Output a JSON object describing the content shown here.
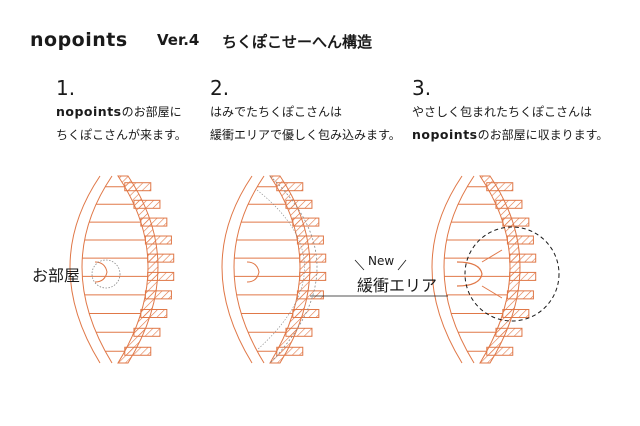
{
  "header": {
    "brand": "nopoints",
    "version": "Ver.4",
    "title": "ちくぽこせーへん構造"
  },
  "steps": [
    {
      "number": "1.",
      "line1_brand": "nopoints",
      "line1_text": "のお部屋に",
      "line2_text": "ちくぽこさんが来ます。"
    },
    {
      "number": "2.",
      "line1_text": "はみでたちくぽこさんは",
      "line2_text": "緩衝エリアで優しく包み込みます。"
    },
    {
      "number": "3.",
      "line1_text": "やさしく包まれたちくぽこさんは",
      "line2_brand": "nopoints",
      "line2_text": "のお部屋に収まります。"
    }
  ],
  "labels": {
    "room": "お部屋",
    "new": "New",
    "cushion": "緩衝エリア"
  },
  "colors": {
    "accent": "#e07848",
    "text": "#1a1a1a",
    "guide": "#888888"
  }
}
